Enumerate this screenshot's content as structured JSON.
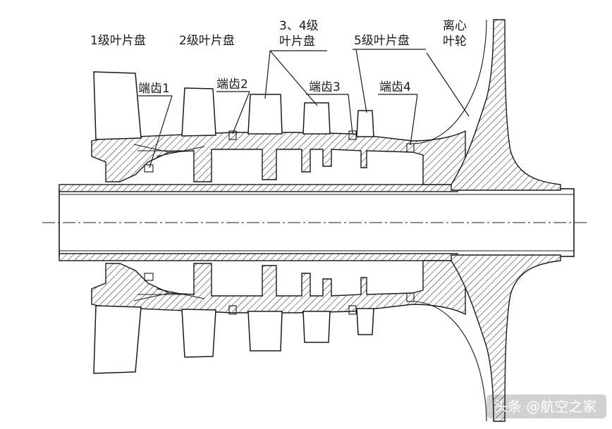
{
  "labels": {
    "disk1": "1级叶片盘",
    "disk2": "2级叶片盘",
    "disk34_line1": "3、4级",
    "disk34_line2": "叶片盘",
    "disk5": "5级叶片盘",
    "impeller_line1": "离心",
    "impeller_line2": "叶轮",
    "tooth1": "端齿1",
    "tooth2": "端齿2",
    "tooth3": "端齿3",
    "tooth4": "端齿4"
  },
  "watermark": {
    "text": "头条 @航空之家"
  }
}
